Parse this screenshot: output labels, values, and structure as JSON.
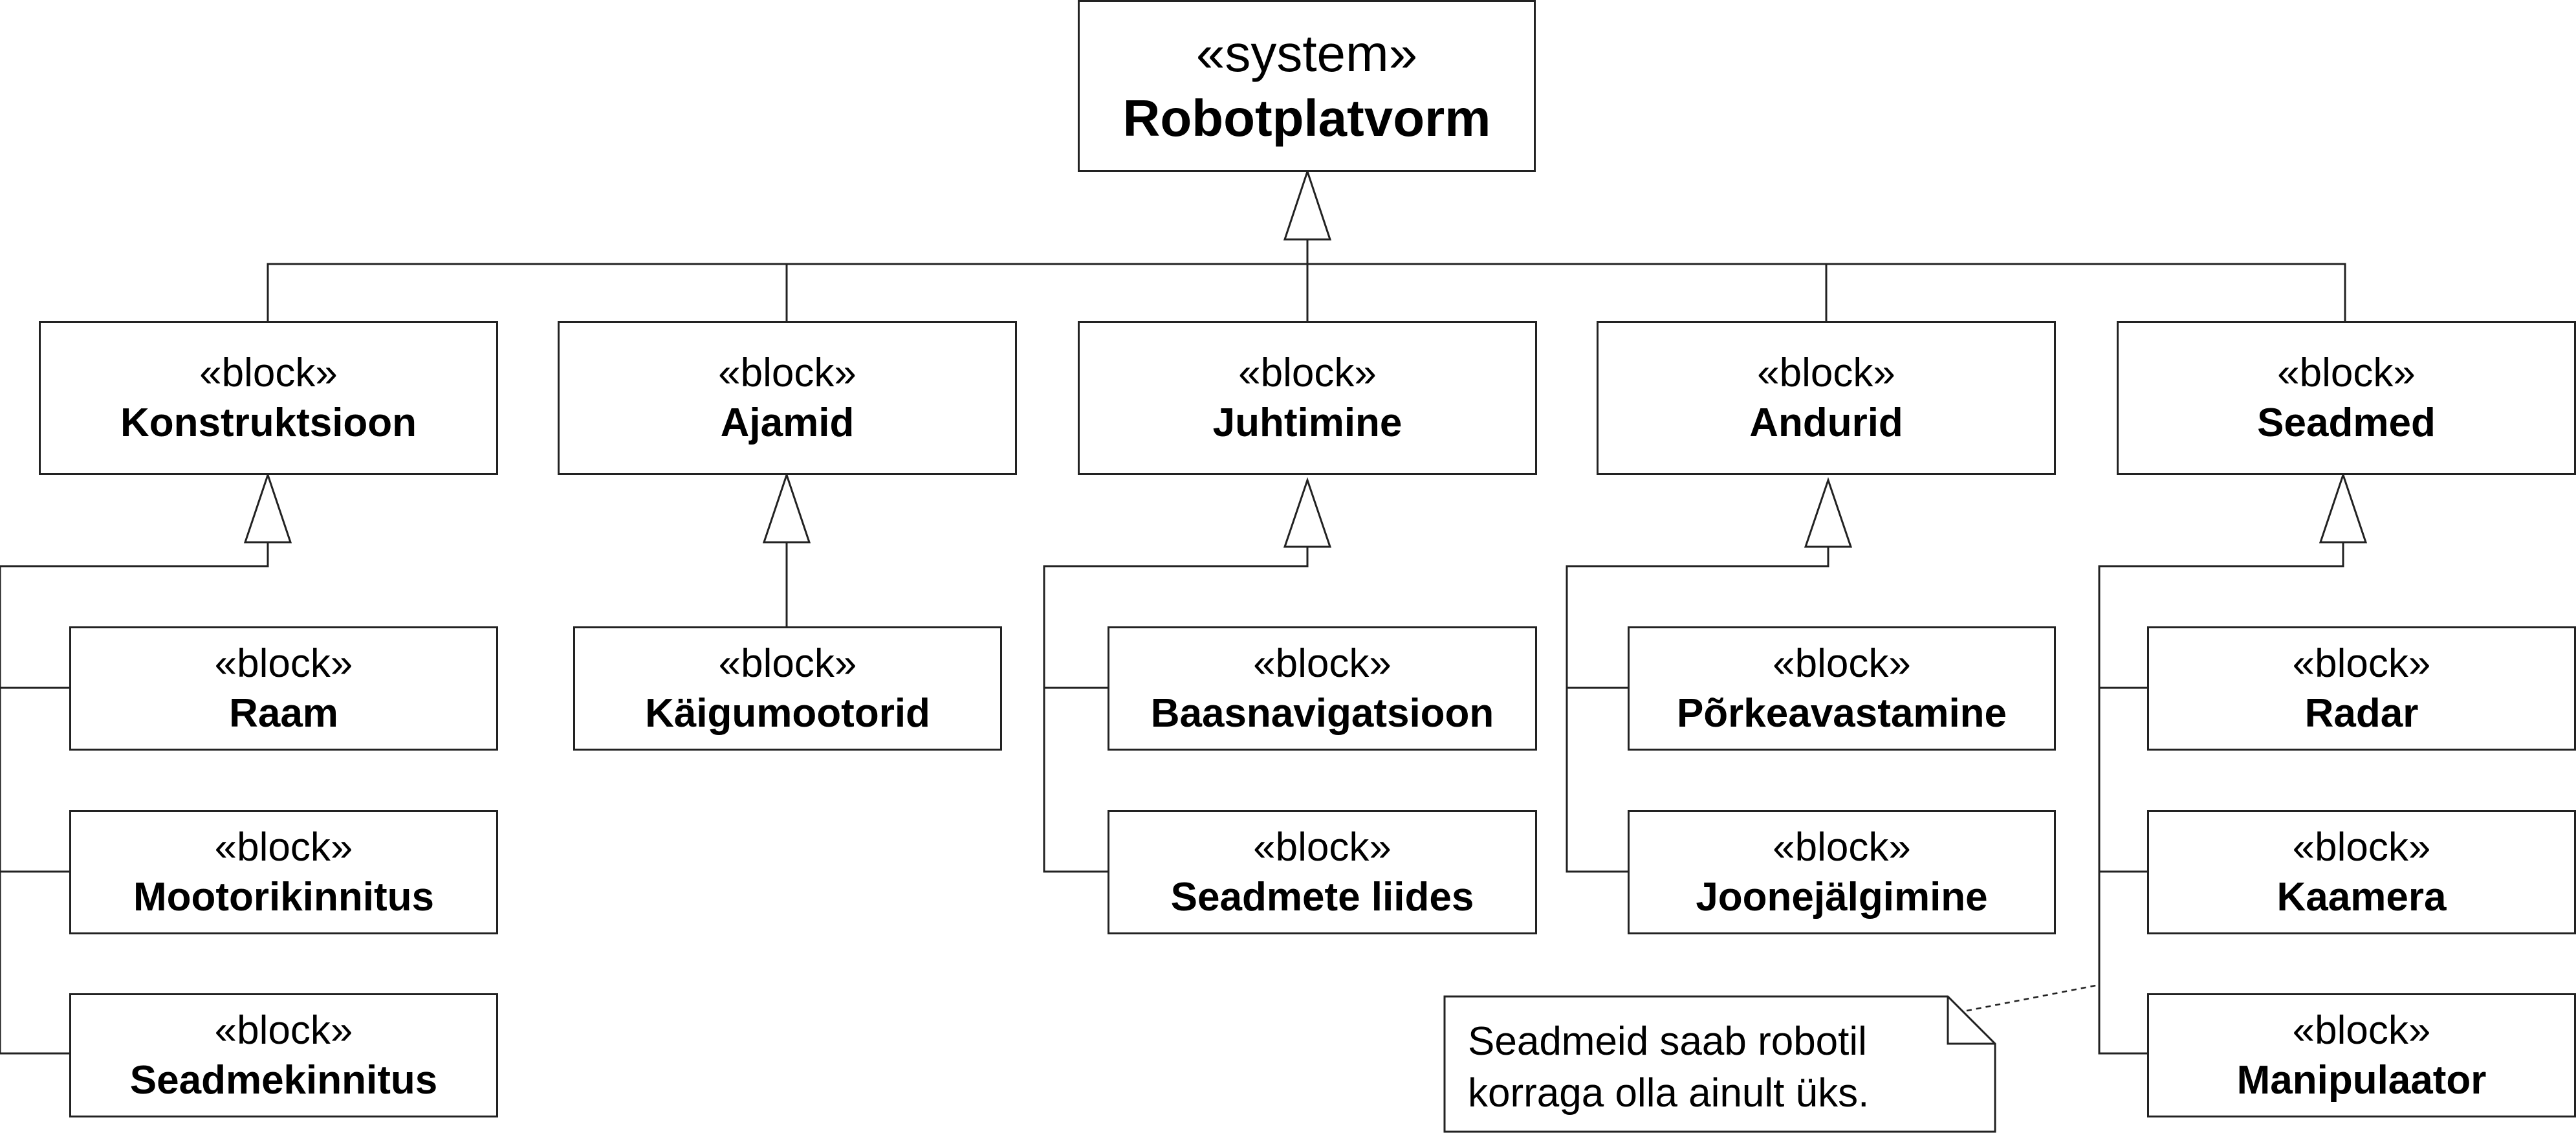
{
  "system": {
    "stereotype": "«system»",
    "name": "Robotplatvorm"
  },
  "blocks": {
    "konstruktsioon": {
      "stereotype": "«block»",
      "name": "Konstruktsioon"
    },
    "ajamid": {
      "stereotype": "«block»",
      "name": "Ajamid"
    },
    "juhtimine": {
      "stereotype": "«block»",
      "name": "Juhtimine"
    },
    "andurid": {
      "stereotype": "«block»",
      "name": "Andurid"
    },
    "seadmed": {
      "stereotype": "«block»",
      "name": "Seadmed"
    },
    "raam": {
      "stereotype": "«block»",
      "name": "Raam"
    },
    "mootorikinnitus": {
      "stereotype": "«block»",
      "name": "Mootorikinnitus"
    },
    "seadmekinnitus": {
      "stereotype": "«block»",
      "name": "Seadmekinnitus"
    },
    "kaigumootorid": {
      "stereotype": "«block»",
      "name": "Käigumootorid"
    },
    "baasnavigatsioon": {
      "stereotype": "«block»",
      "name": "Baasnavigatsioon"
    },
    "seadmete_liides": {
      "stereotype": "«block»",
      "name": "Seadmete liides"
    },
    "porkeavastamine": {
      "stereotype": "«block»",
      "name": "Põrkeavastamine"
    },
    "joonejalgimine": {
      "stereotype": "«block»",
      "name": "Joonejälgimine"
    },
    "radar": {
      "stereotype": "«block»",
      "name": "Radar"
    },
    "kaamera": {
      "stereotype": "«block»",
      "name": "Kaamera"
    },
    "manipulaator": {
      "stereotype": "«block»",
      "name": "Manipulaator"
    }
  },
  "note": {
    "line1": "Seadmeid saab robotil",
    "line2": "korraga olla ainult üks."
  },
  "colors": {
    "line": "#222222",
    "background": "#ffffff"
  }
}
